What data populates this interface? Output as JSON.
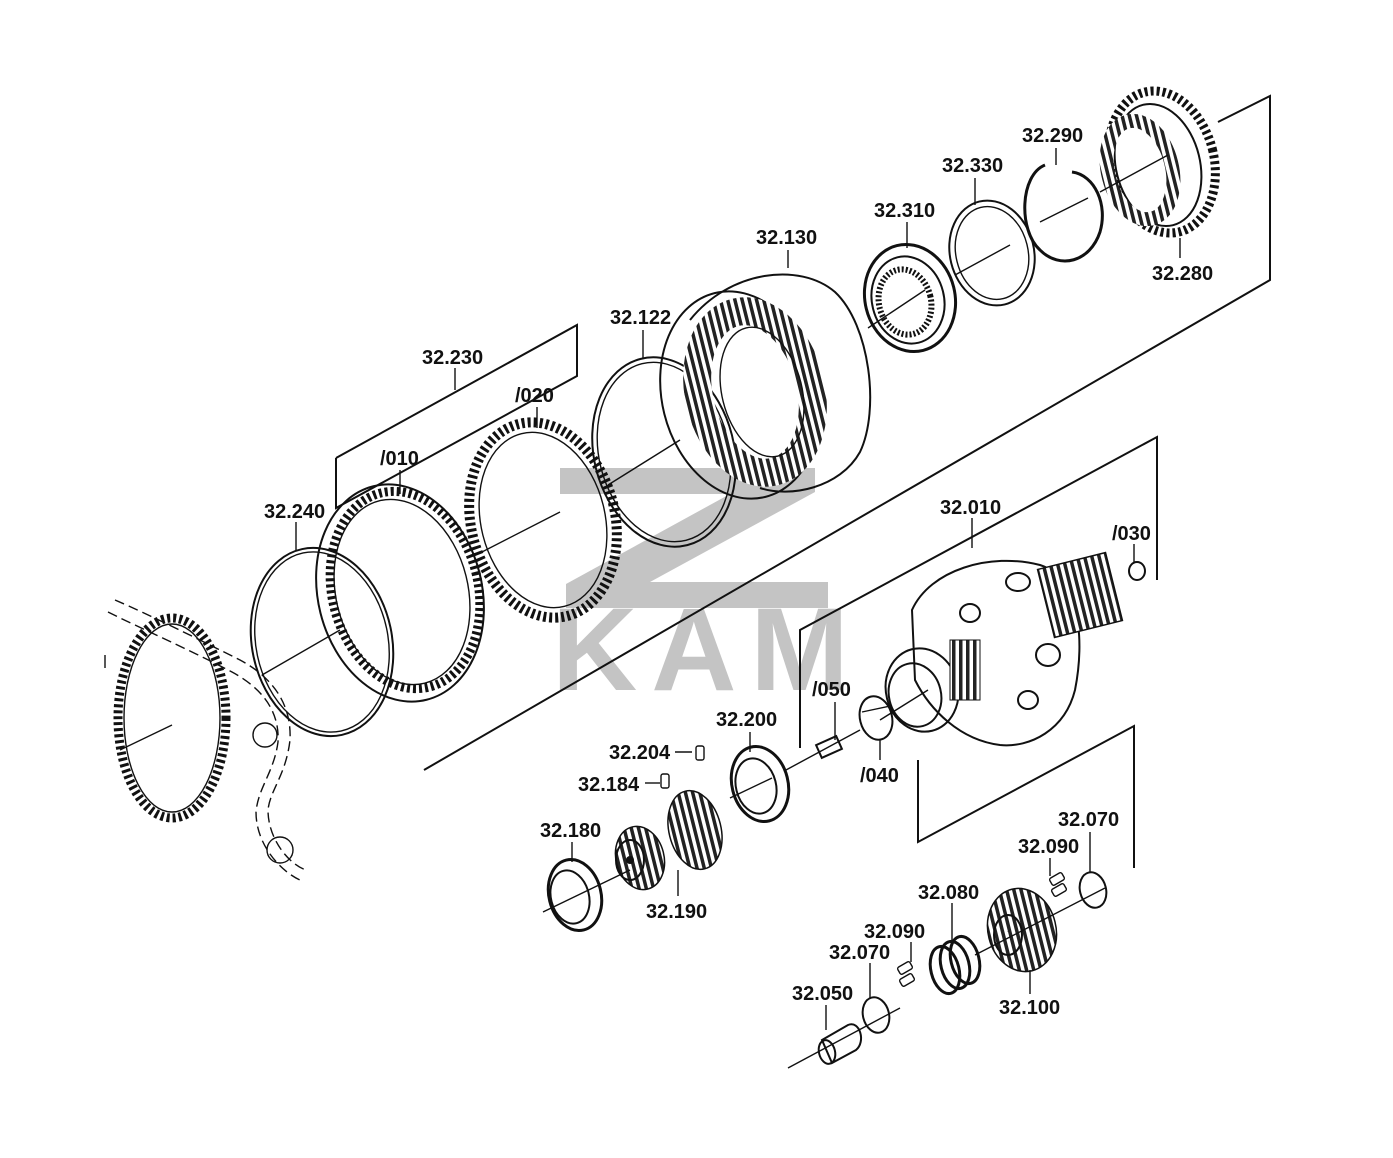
{
  "watermark": {
    "text": "KAM",
    "color": "#c4c4c4"
  },
  "parts": {
    "p32280": "32.280",
    "p32290": "32.290",
    "p32330": "32.330",
    "p32310": "32.310",
    "p32130": "32.130",
    "p32122": "32.122",
    "p32230": "32.230",
    "p020": "/020",
    "p010": "/010",
    "p32240": "32.240",
    "p32010": "32.010",
    "p030": "/030",
    "p050": "/050",
    "p040": "/040",
    "p32200": "32.200",
    "p32204": "32.204",
    "p32184": "32.184",
    "p32180": "32.180",
    "p32190": "32.190",
    "p32070a": "32.070",
    "p32090a": "32.090",
    "p32080": "32.080",
    "p32090b": "32.090",
    "p32070b": "32.070",
    "p32050": "32.050",
    "p32100": "32.100"
  }
}
